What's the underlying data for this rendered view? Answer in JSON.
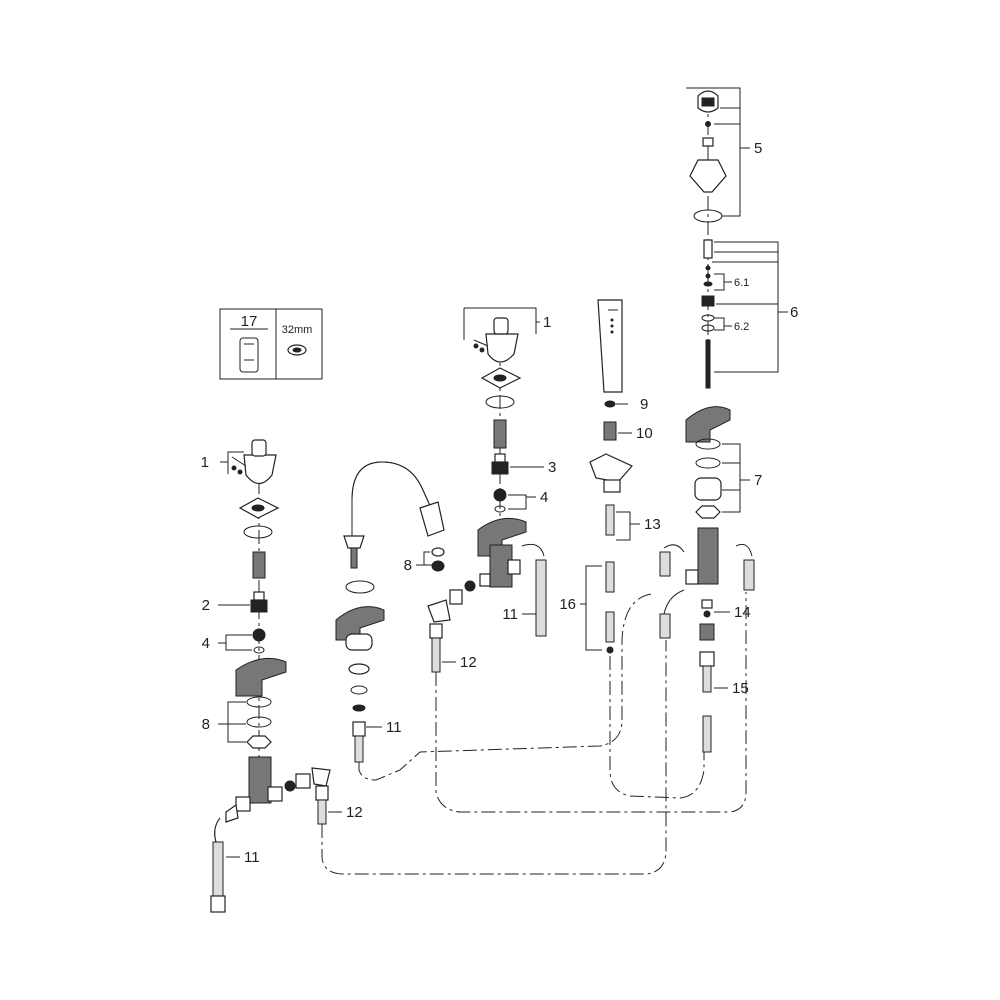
{
  "diagram": {
    "callouts": {
      "c1_left": "1",
      "c1_top": "1",
      "c2": "2",
      "c3": "3",
      "c4_left": "4",
      "c4_mid": "4",
      "c5": "5",
      "c6": "6",
      "c6_1": "6.1",
      "c6_2": "6.2",
      "c7": "7",
      "c8_left": "8",
      "c8_mid": "8",
      "c9": "9",
      "c10": "10",
      "c11_spout": "11",
      "c11_valve": "11",
      "c11_bottom": "11",
      "c12_left": "12",
      "c12_mid": "12",
      "c13": "13",
      "c14": "14",
      "c15": "15",
      "c16": "16"
    },
    "tool_box": {
      "number": "17",
      "size_label": "32mm"
    }
  }
}
